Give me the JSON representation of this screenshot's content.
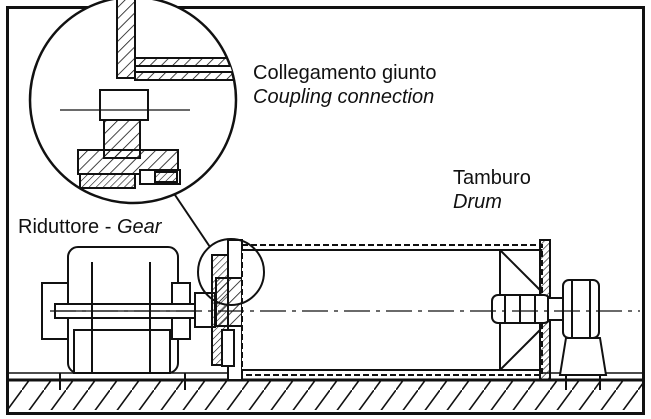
{
  "labels": {
    "coupling": {
      "it": "Collegamento giunto",
      "en": "Coupling connection"
    },
    "drum": {
      "it": "Tamburo",
      "en": "Drum"
    },
    "gear": {
      "it": "Riduttore - ",
      "en": "Gear"
    }
  },
  "colors": {
    "ink": "#111111",
    "paper": "#ffffff"
  }
}
